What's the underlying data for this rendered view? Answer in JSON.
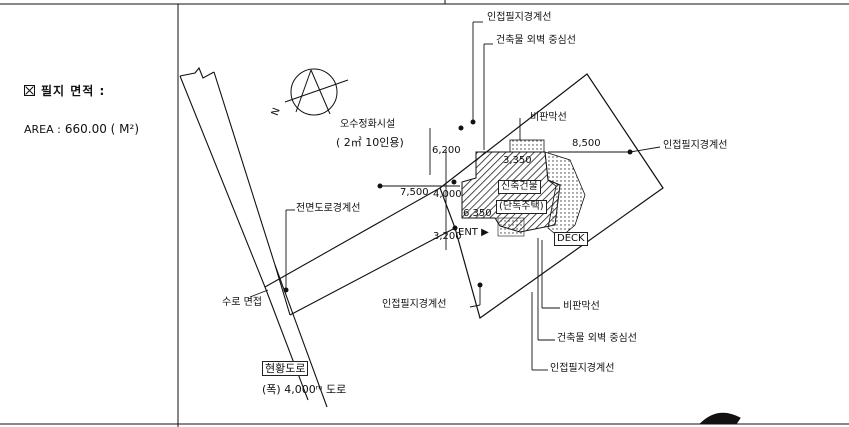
{
  "legend": {
    "title": "필지 면적 :"
  },
  "area": {
    "label": "AREA :",
    "value": "660.00 ( M²)"
  },
  "labels": {
    "adjacent_top": "인접필지경계선",
    "building_outer_top": "건축물 외벽 중심선",
    "canopy_top": "비판막선",
    "dim_8500": "8,500",
    "adjacent_right": "인접필지경계선",
    "septic": "오수정화시설",
    "septic_cap": "( 2㎡ 10인용)",
    "dim_3350_top": "3,350",
    "dim_6200": "6,200",
    "dim_7500": "7,500",
    "dim_4000": "4,000",
    "dim_3200": "3,200",
    "dim_6350": "6,350",
    "building": "신축건물",
    "building_use": "(단독주택)",
    "entrance": "ENT ▶",
    "deck": "DECK",
    "road_boundary": "전면도로경계선",
    "ditch": "수로 면접",
    "adjacent_bottom": "인접필지경계선",
    "canopy_bottom": "비판막선",
    "building_outer_bottom": "건축물 외벽 중심선",
    "adjacent_bottom2": "인접필지경계선",
    "road_name": "현황도로",
    "road_width": "(폭) 4,000ᵐ 도로",
    "north": "N"
  }
}
